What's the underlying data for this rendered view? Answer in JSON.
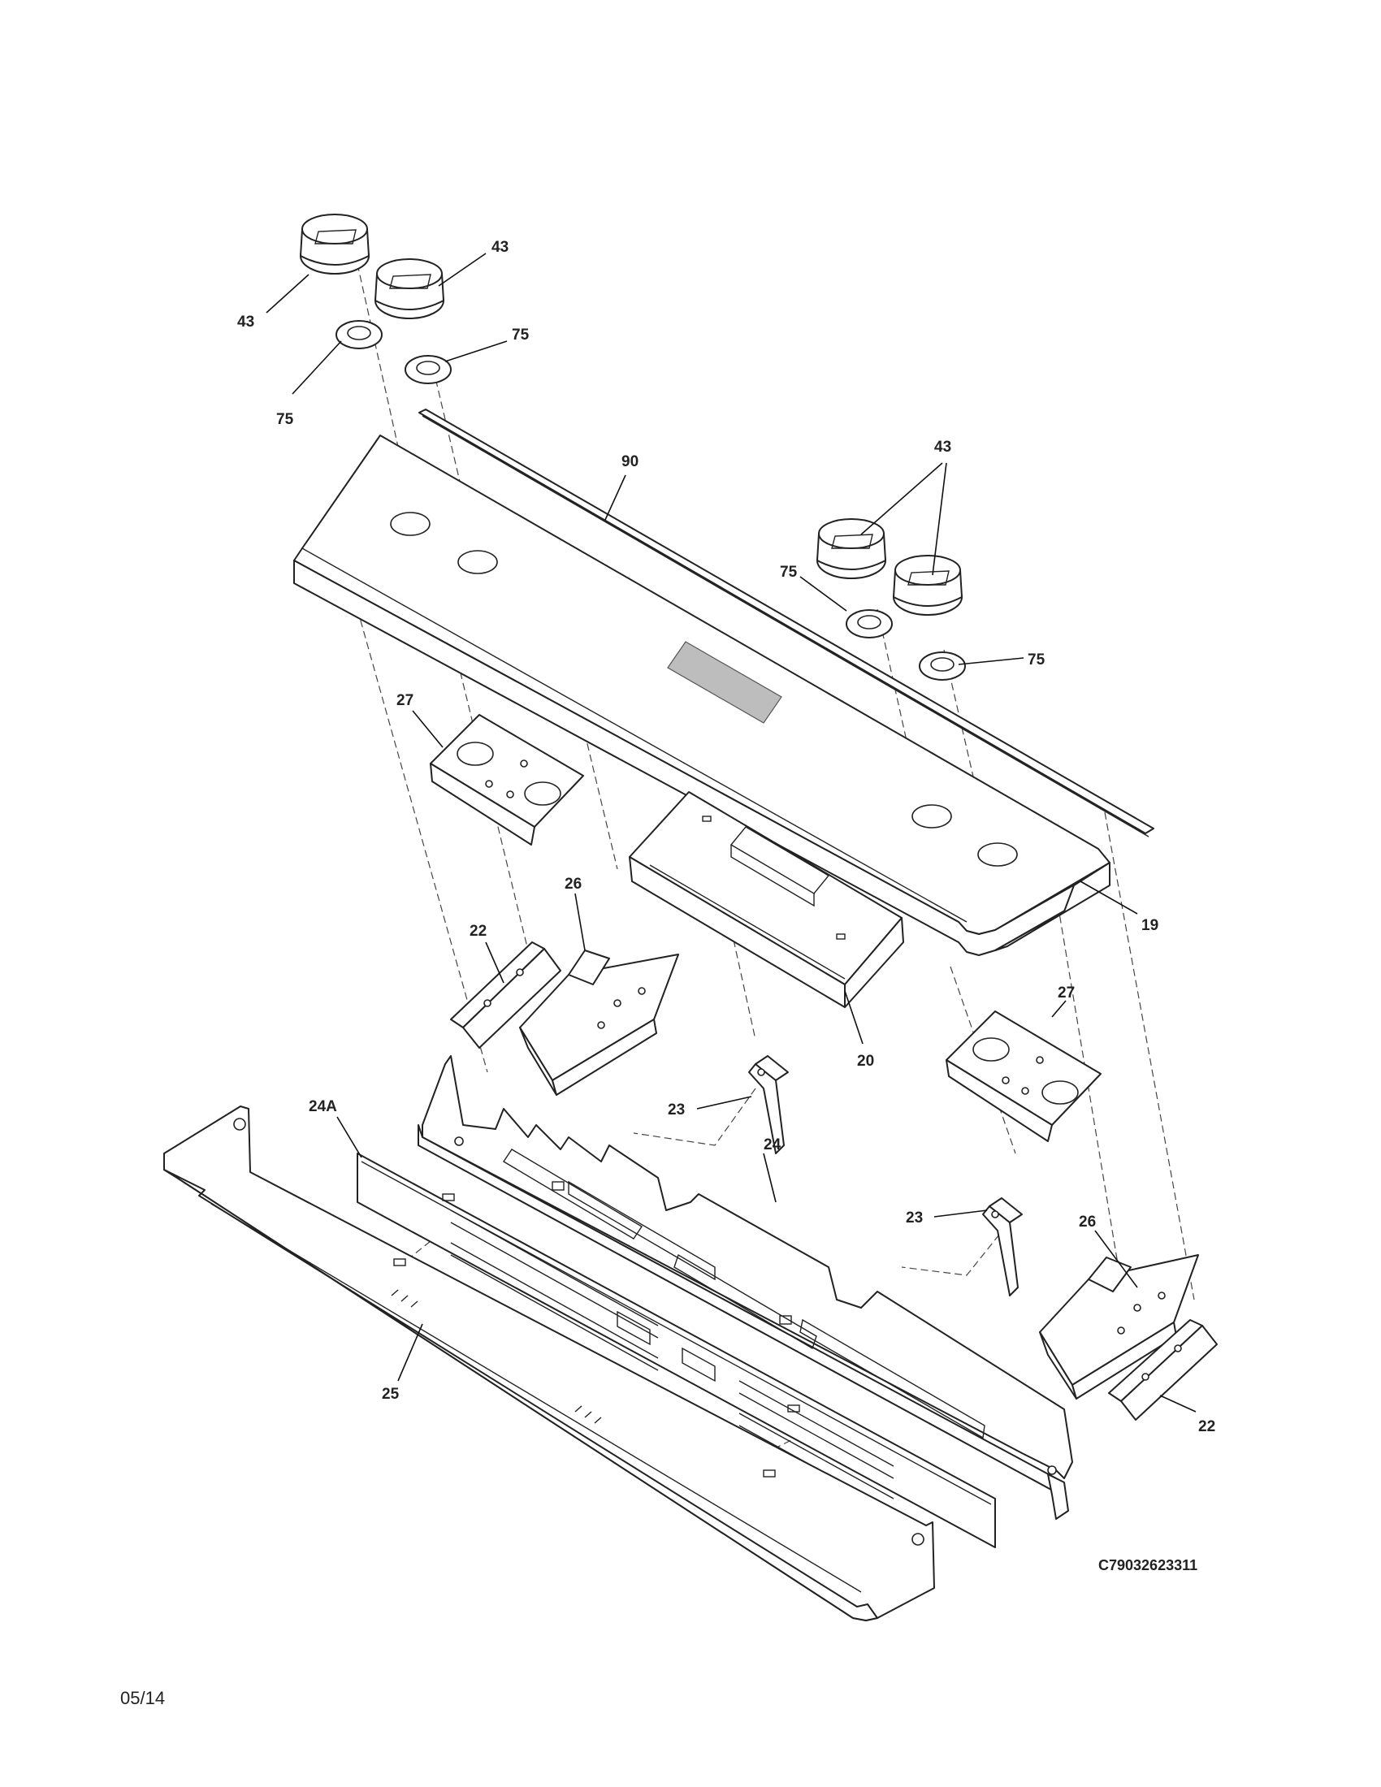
{
  "callouts": {
    "knob_1": "43",
    "knob_2": "43",
    "knob_pair_right": "43",
    "grommet_1": "75",
    "grommet_2": "75",
    "grommet_3": "75",
    "grommet_4": "75",
    "trim_strip": "90",
    "control_panel": "19",
    "bracket_27_left": "27",
    "bracket_27_right": "27",
    "bracket_26_left": "26",
    "bracket_26_right": "26",
    "clip_22_left": "22",
    "clip_22_right": "22",
    "control_board": "20",
    "clip_23_upper": "23",
    "clip_23_lower": "23",
    "backguard": "24",
    "insulation_panel": "24A",
    "bottom_trim": "25"
  },
  "footer": {
    "drawing_code": "C79032623311",
    "date": "05/14"
  }
}
